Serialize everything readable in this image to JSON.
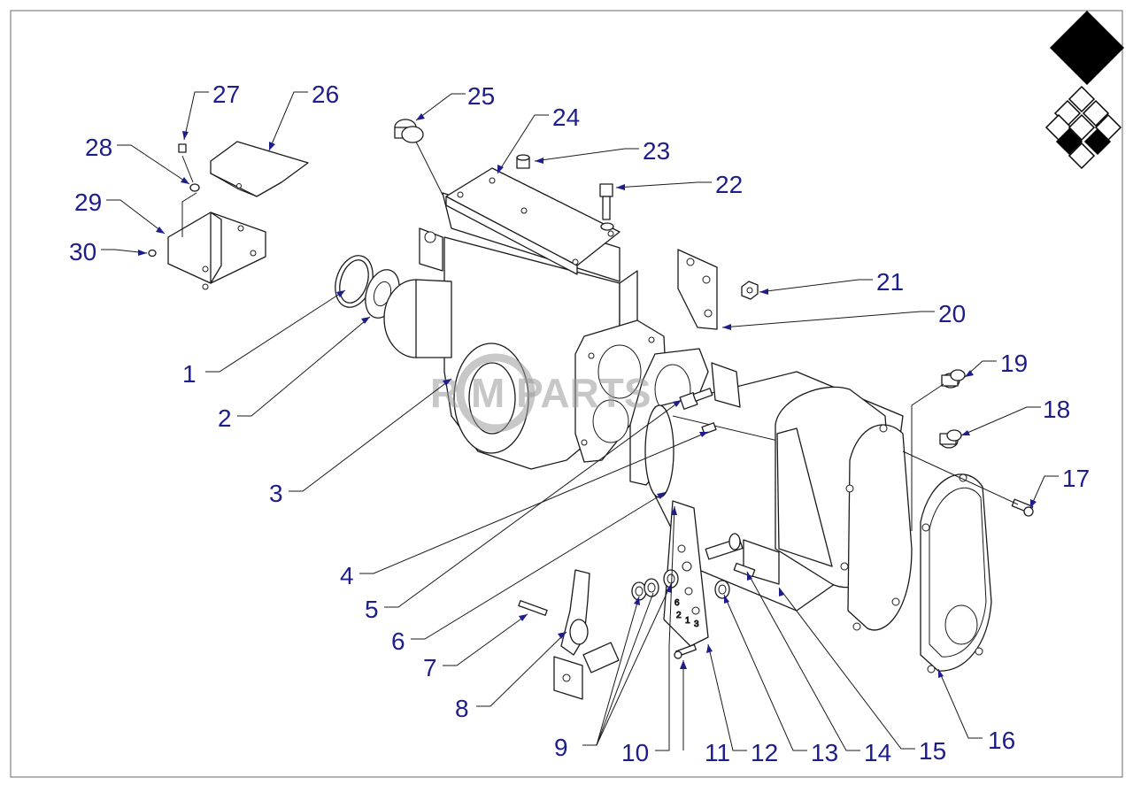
{
  "diagram": {
    "watermark": {
      "text": "R  M PARTS"
    },
    "callouts": [
      {
        "id": "1",
        "label": "1"
      },
      {
        "id": "2",
        "label": "2"
      },
      {
        "id": "3",
        "label": "3"
      },
      {
        "id": "4",
        "label": "4"
      },
      {
        "id": "5",
        "label": "5"
      },
      {
        "id": "6",
        "label": "6"
      },
      {
        "id": "7",
        "label": "7"
      },
      {
        "id": "8",
        "label": "8"
      },
      {
        "id": "9",
        "label": "9"
      },
      {
        "id": "10",
        "label": "10"
      },
      {
        "id": "11",
        "label": "11"
      },
      {
        "id": "12",
        "label": "12"
      },
      {
        "id": "13",
        "label": "13"
      },
      {
        "id": "14",
        "label": "14"
      },
      {
        "id": "15",
        "label": "15"
      },
      {
        "id": "16",
        "label": "16"
      },
      {
        "id": "17",
        "label": "17"
      },
      {
        "id": "18",
        "label": "18"
      },
      {
        "id": "19",
        "label": "19"
      },
      {
        "id": "20",
        "label": "20"
      },
      {
        "id": "21",
        "label": "21"
      },
      {
        "id": "22",
        "label": "22"
      },
      {
        "id": "23",
        "label": "23"
      },
      {
        "id": "24",
        "label": "24"
      },
      {
        "id": "25",
        "label": "25"
      },
      {
        "id": "26",
        "label": "26"
      },
      {
        "id": "27",
        "label": "27"
      },
      {
        "id": "28",
        "label": "28"
      },
      {
        "id": "29",
        "label": "29"
      },
      {
        "id": "30",
        "label": "30"
      }
    ],
    "plate_markings": [
      "6",
      "2",
      "1",
      "3"
    ],
    "colors": {
      "callout": "#1d1d8c",
      "line": "#1a1a1a",
      "watermark": "#9a9a9a"
    }
  }
}
